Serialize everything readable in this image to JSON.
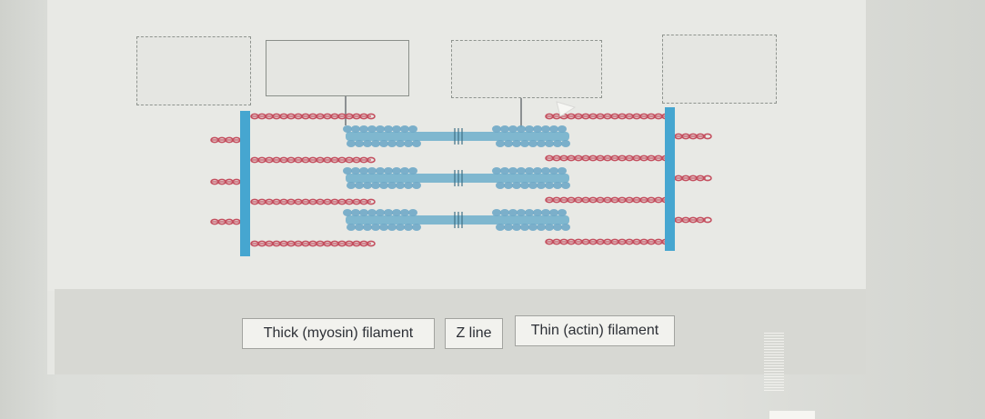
{
  "labels": {
    "thick": "Thick (myosin) filament",
    "zline": "Z line",
    "thin": "Thin (actin) filament"
  },
  "drop_targets": [
    {
      "id": "target-1",
      "value": ""
    },
    {
      "id": "target-2",
      "value": ""
    },
    {
      "id": "target-3",
      "value": ""
    },
    {
      "id": "target-4",
      "value": ""
    }
  ],
  "colors": {
    "z_line": "#46a6d0",
    "thick_filament": "#7fb7cf",
    "myosin_head": "#6fa8c6",
    "thin_filament": "#c44f5f"
  },
  "icons": {
    "pointer": "cursor-arrow-icon"
  }
}
